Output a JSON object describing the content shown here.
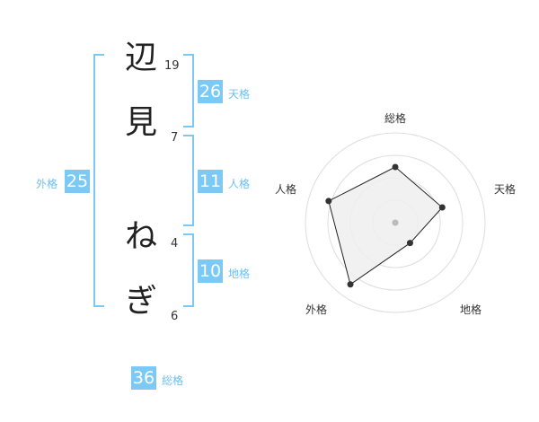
{
  "characters": [
    {
      "char": "辺",
      "strokes": "19"
    },
    {
      "char": "見",
      "strokes": "7"
    },
    {
      "char": "ね",
      "strokes": "4"
    },
    {
      "char": "ぎ",
      "strokes": "6"
    }
  ],
  "fortunes": {
    "tenkaku": {
      "value": "26",
      "label": "天格"
    },
    "jinkaku": {
      "value": "11",
      "label": "人格"
    },
    "chikaku": {
      "value": "10",
      "label": "地格"
    },
    "gaikaku": {
      "value": "25",
      "label": "外格"
    },
    "soukaku": {
      "value": "36",
      "label": "総格"
    }
  },
  "chart_data": {
    "type": "radar",
    "axes": [
      "総格",
      "天格",
      "地格",
      "外格",
      "人格"
    ],
    "values": [
      0.62,
      0.55,
      0.28,
      0.85,
      0.78
    ],
    "range": [
      0,
      1
    ],
    "rings": 4,
    "colors": {
      "fill": "#efefef",
      "line": "#222222",
      "point": "#333333",
      "ring": "#dddddd",
      "center": "#bbbbbb"
    }
  }
}
